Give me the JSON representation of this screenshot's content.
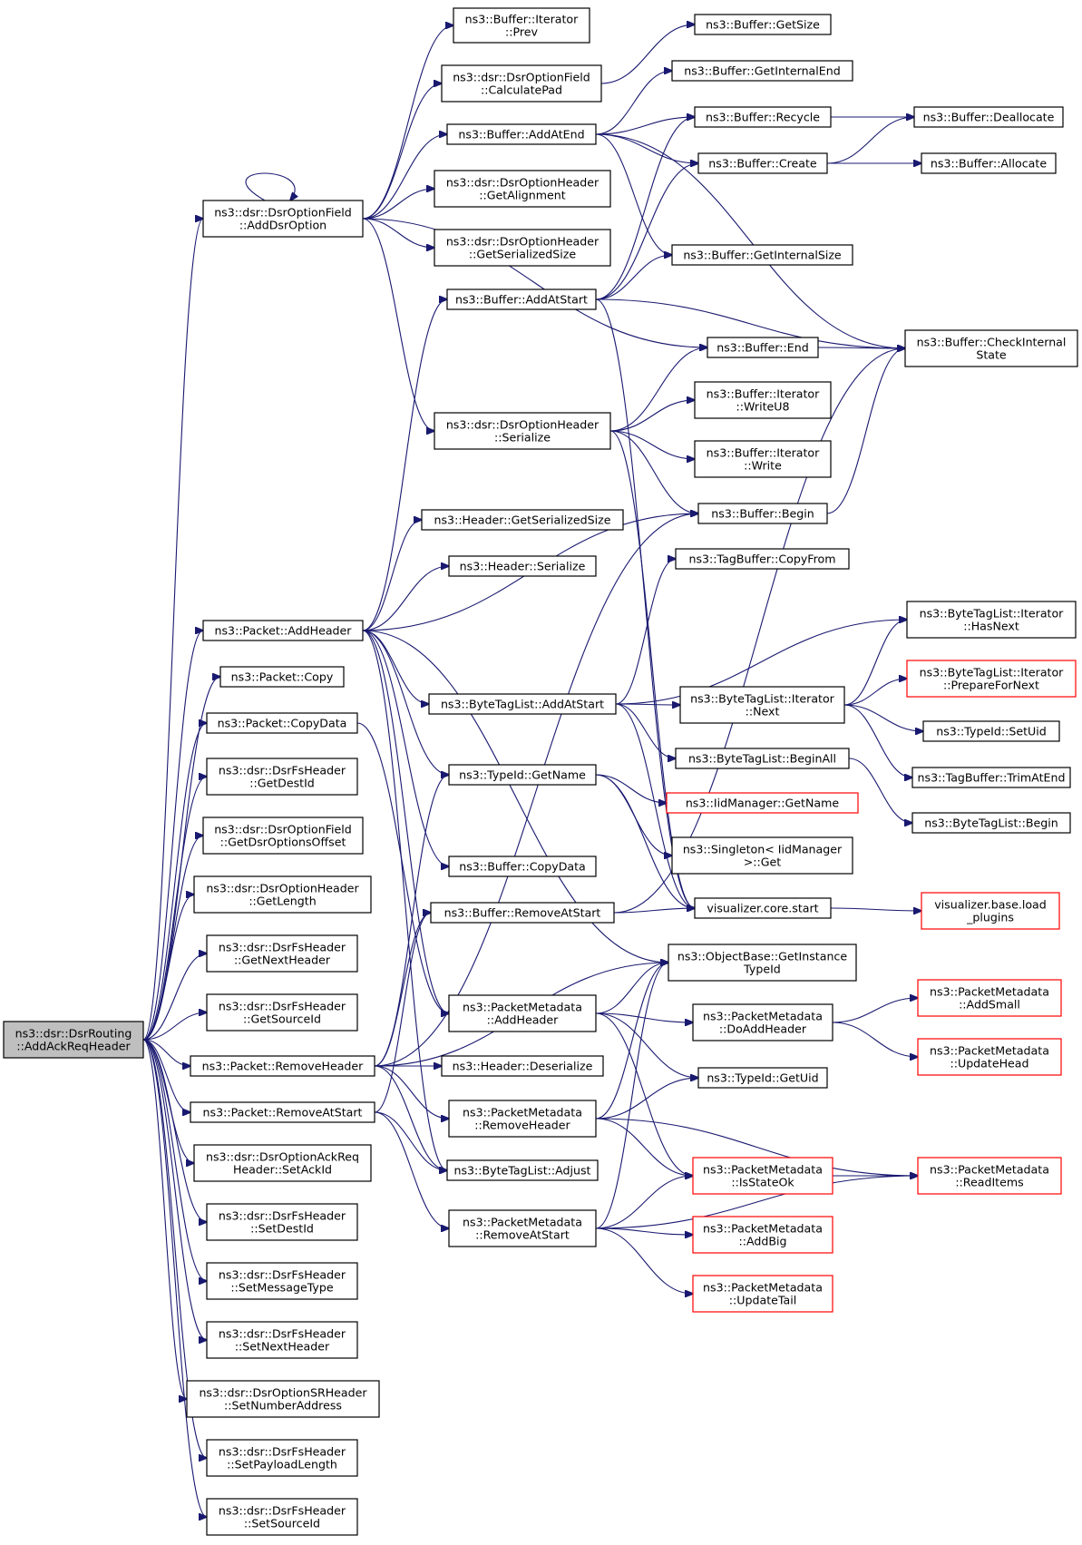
{
  "colors": {
    "edge": "#191970",
    "node_border": "#000000",
    "node_border_incomplete": "#ff0000",
    "root_fill": "#bfbfbf",
    "node_fill": "#ffffff"
  },
  "nodes": [
    {
      "id": "root",
      "lines": [
        "ns3::dsr::DsrRouting",
        "::AddAckReqHeader"
      ],
      "root": true
    },
    {
      "id": "addDsrOption",
      "lines": [
        "ns3::dsr::DsrOptionField",
        "::AddDsrOption"
      ]
    },
    {
      "id": "addHeader",
      "lines": [
        "ns3::Packet::AddHeader"
      ]
    },
    {
      "id": "pktCopy",
      "lines": [
        "ns3::Packet::Copy"
      ]
    },
    {
      "id": "pktCopyData",
      "lines": [
        "ns3::Packet::CopyData"
      ]
    },
    {
      "id": "fsGetDestId",
      "lines": [
        "ns3::dsr::DsrFsHeader",
        "::GetDestId"
      ]
    },
    {
      "id": "getDsrOptionsOffset",
      "lines": [
        "ns3::dsr::DsrOptionField",
        "::GetDsrOptionsOffset"
      ]
    },
    {
      "id": "optGetLength",
      "lines": [
        "ns3::dsr::DsrOptionHeader",
        "::GetLength"
      ]
    },
    {
      "id": "fsGetNextHeader",
      "lines": [
        "ns3::dsr::DsrFsHeader",
        "::GetNextHeader"
      ]
    },
    {
      "id": "fsGetSourceId",
      "lines": [
        "ns3::dsr::DsrFsHeader",
        "::GetSourceId"
      ]
    },
    {
      "id": "removeHeader",
      "lines": [
        "ns3::Packet::RemoveHeader"
      ]
    },
    {
      "id": "pktRemoveAtStart",
      "lines": [
        "ns3::Packet::RemoveAtStart"
      ]
    },
    {
      "id": "setAckId",
      "lines": [
        "ns3::dsr::DsrOptionAckReq",
        "Header::SetAckId"
      ]
    },
    {
      "id": "fsSetDestId",
      "lines": [
        "ns3::dsr::DsrFsHeader",
        "::SetDestId"
      ]
    },
    {
      "id": "fsSetMessageType",
      "lines": [
        "ns3::dsr::DsrFsHeader",
        "::SetMessageType"
      ]
    },
    {
      "id": "fsSetNextHeader",
      "lines": [
        "ns3::dsr::DsrFsHeader",
        "::SetNextHeader"
      ]
    },
    {
      "id": "setNumberAddress",
      "lines": [
        "ns3::dsr::DsrOptionSRHeader",
        "::SetNumberAddress"
      ]
    },
    {
      "id": "fsSetPayloadLength",
      "lines": [
        "ns3::dsr::DsrFsHeader",
        "::SetPayloadLength"
      ]
    },
    {
      "id": "fsSetSourceId",
      "lines": [
        "ns3::dsr::DsrFsHeader",
        "::SetSourceId"
      ]
    },
    {
      "id": "iterPrev",
      "lines": [
        "ns3::Buffer::Iterator",
        "::Prev"
      ]
    },
    {
      "id": "calculatePad",
      "lines": [
        "ns3::dsr::DsrOptionField",
        "::CalculatePad"
      ]
    },
    {
      "id": "addAtEnd",
      "lines": [
        "ns3::Buffer::AddAtEnd"
      ]
    },
    {
      "id": "optGetAlignment",
      "lines": [
        "ns3::dsr::DsrOptionHeader",
        "::GetAlignment"
      ]
    },
    {
      "id": "optGetSerializedSize",
      "lines": [
        "ns3::dsr::DsrOptionHeader",
        "::GetSerializedSize"
      ]
    },
    {
      "id": "bufAddAtStart",
      "lines": [
        "ns3::Buffer::AddAtStart"
      ]
    },
    {
      "id": "optSerialize",
      "lines": [
        "ns3::dsr::DsrOptionHeader",
        "::Serialize"
      ]
    },
    {
      "id": "hdrGetSerializedSize",
      "lines": [
        "ns3::Header::GetSerializedSize"
      ]
    },
    {
      "id": "hdrSerialize",
      "lines": [
        "ns3::Header::Serialize"
      ]
    },
    {
      "id": "btlAddAtStart",
      "lines": [
        "ns3::ByteTagList::AddAtStart"
      ]
    },
    {
      "id": "typeIdGetName",
      "lines": [
        "ns3::TypeId::GetName"
      ]
    },
    {
      "id": "bufCopyData",
      "lines": [
        "ns3::Buffer::CopyData"
      ]
    },
    {
      "id": "bufRemoveAtStart",
      "lines": [
        "ns3::Buffer::RemoveAtStart"
      ]
    },
    {
      "id": "pmAddHeader",
      "lines": [
        "ns3::PacketMetadata",
        "::AddHeader"
      ]
    },
    {
      "id": "hdrDeserialize",
      "lines": [
        "ns3::Header::Deserialize"
      ]
    },
    {
      "id": "pmRemoveHeader",
      "lines": [
        "ns3::PacketMetadata",
        "::RemoveHeader"
      ]
    },
    {
      "id": "btlAdjust",
      "lines": [
        "ns3::ByteTagList::Adjust"
      ]
    },
    {
      "id": "pmRemoveAtStart",
      "lines": [
        "ns3::PacketMetadata",
        "::RemoveAtStart"
      ]
    },
    {
      "id": "bufGetSize",
      "lines": [
        "ns3::Buffer::GetSize"
      ]
    },
    {
      "id": "bufGetInternalEnd",
      "lines": [
        "ns3::Buffer::GetInternalEnd"
      ]
    },
    {
      "id": "bufRecycle",
      "lines": [
        "ns3::Buffer::Recycle"
      ]
    },
    {
      "id": "bufCreate",
      "lines": [
        "ns3::Buffer::Create"
      ]
    },
    {
      "id": "bufGetInternalSize",
      "lines": [
        "ns3::Buffer::GetInternalSize"
      ]
    },
    {
      "id": "bufEnd",
      "lines": [
        "ns3::Buffer::End"
      ]
    },
    {
      "id": "iterWriteU8",
      "lines": [
        "ns3::Buffer::Iterator",
        "::WriteU8"
      ]
    },
    {
      "id": "iterWrite",
      "lines": [
        "ns3::Buffer::Iterator",
        "::Write"
      ]
    },
    {
      "id": "bufBegin",
      "lines": [
        "ns3::Buffer::Begin"
      ]
    },
    {
      "id": "tagCopyFrom",
      "lines": [
        "ns3::TagBuffer::CopyFrom"
      ]
    },
    {
      "id": "btlIterNext",
      "lines": [
        "ns3::ByteTagList::Iterator",
        "::Next"
      ]
    },
    {
      "id": "btlBeginAll",
      "lines": [
        "ns3::ByteTagList::BeginAll"
      ]
    },
    {
      "id": "iidGetName",
      "lines": [
        "ns3::IidManager::GetName"
      ],
      "incomplete": true
    },
    {
      "id": "singletonGet",
      "lines": [
        "ns3::Singleton< IidManager",
        ">::Get"
      ]
    },
    {
      "id": "vizStart",
      "lines": [
        "visualizer.core.start"
      ]
    },
    {
      "id": "getInstanceTypeId",
      "lines": [
        "ns3::ObjectBase::GetInstance",
        "TypeId"
      ]
    },
    {
      "id": "pmDoAddHeader",
      "lines": [
        "ns3::PacketMetadata",
        "::DoAddHeader"
      ]
    },
    {
      "id": "typeIdGetUid",
      "lines": [
        "ns3::TypeId::GetUid"
      ]
    },
    {
      "id": "pmIsStateOk",
      "lines": [
        "ns3::PacketMetadata",
        "::IsStateOk"
      ],
      "incomplete": true
    },
    {
      "id": "pmAddBig",
      "lines": [
        "ns3::PacketMetadata",
        "::AddBig"
      ],
      "incomplete": true
    },
    {
      "id": "pmUpdateTail",
      "lines": [
        "ns3::PacketMetadata",
        "::UpdateTail"
      ],
      "incomplete": true
    },
    {
      "id": "bufDeallocate",
      "lines": [
        "ns3::Buffer::Deallocate"
      ]
    },
    {
      "id": "bufAllocate",
      "lines": [
        "ns3::Buffer::Allocate"
      ]
    },
    {
      "id": "bufCheckInternalState",
      "lines": [
        "ns3::Buffer::CheckInternal",
        "State"
      ]
    },
    {
      "id": "btlIterHasNext",
      "lines": [
        "ns3::ByteTagList::Iterator",
        "::HasNext"
      ]
    },
    {
      "id": "btlIterPrepareForNext",
      "lines": [
        "ns3::ByteTagList::Iterator",
        "::PrepareForNext"
      ],
      "incomplete": true
    },
    {
      "id": "typeIdSetUid",
      "lines": [
        "ns3::TypeId::SetUid"
      ]
    },
    {
      "id": "tagTrimAtEnd",
      "lines": [
        "ns3::TagBuffer::TrimAtEnd"
      ]
    },
    {
      "id": "btlBegin",
      "lines": [
        "ns3::ByteTagList::Begin"
      ]
    },
    {
      "id": "vizLoadPlugins",
      "lines": [
        "visualizer.base.load",
        "_plugins"
      ],
      "incomplete": true
    },
    {
      "id": "pmAddSmall",
      "lines": [
        "ns3::PacketMetadata",
        "::AddSmall"
      ],
      "incomplete": true
    },
    {
      "id": "pmUpdateHead",
      "lines": [
        "ns3::PacketMetadata",
        "::UpdateHead"
      ],
      "incomplete": true
    },
    {
      "id": "pmReadItems",
      "lines": [
        "ns3::PacketMetadata",
        "::ReadItems"
      ],
      "incomplete": true
    }
  ],
  "edges": [
    [
      "root",
      "addDsrOption"
    ],
    [
      "root",
      "addHeader"
    ],
    [
      "root",
      "pktCopy"
    ],
    [
      "root",
      "pktCopyData"
    ],
    [
      "root",
      "fsGetDestId"
    ],
    [
      "root",
      "getDsrOptionsOffset"
    ],
    [
      "root",
      "optGetLength"
    ],
    [
      "root",
      "fsGetNextHeader"
    ],
    [
      "root",
      "fsGetSourceId"
    ],
    [
      "root",
      "removeHeader"
    ],
    [
      "root",
      "pktRemoveAtStart"
    ],
    [
      "root",
      "setAckId"
    ],
    [
      "root",
      "fsSetDestId"
    ],
    [
      "root",
      "fsSetMessageType"
    ],
    [
      "root",
      "fsSetNextHeader"
    ],
    [
      "root",
      "setNumberAddress"
    ],
    [
      "root",
      "fsSetPayloadLength"
    ],
    [
      "root",
      "fsSetSourceId"
    ],
    [
      "addDsrOption",
      "addDsrOption"
    ],
    [
      "addDsrOption",
      "iterPrev"
    ],
    [
      "addDsrOption",
      "calculatePad"
    ],
    [
      "addDsrOption",
      "addAtEnd"
    ],
    [
      "addDsrOption",
      "optGetAlignment"
    ],
    [
      "addDsrOption",
      "optGetSerializedSize"
    ],
    [
      "addDsrOption",
      "bufEnd"
    ],
    [
      "addDsrOption",
      "optSerialize"
    ],
    [
      "calculatePad",
      "bufGetSize"
    ],
    [
      "addAtEnd",
      "bufGetInternalEnd"
    ],
    [
      "addAtEnd",
      "bufRecycle"
    ],
    [
      "addAtEnd",
      "bufCreate"
    ],
    [
      "addAtEnd",
      "bufGetInternalSize"
    ],
    [
      "addAtEnd",
      "bufCheckInternalState"
    ],
    [
      "bufRecycle",
      "bufDeallocate"
    ],
    [
      "bufCreate",
      "bufDeallocate"
    ],
    [
      "bufCreate",
      "bufAllocate"
    ],
    [
      "bufAddAtStart",
      "bufRecycle"
    ],
    [
      "bufAddAtStart",
      "bufCreate"
    ],
    [
      "bufAddAtStart",
      "bufGetInternalSize"
    ],
    [
      "bufAddAtStart",
      "bufCheckInternalState"
    ],
    [
      "bufAddAtStart",
      "vizStart"
    ],
    [
      "bufEnd",
      "bufCheckInternalState"
    ],
    [
      "bufBegin",
      "bufCheckInternalState"
    ],
    [
      "optSerialize",
      "bufEnd"
    ],
    [
      "optSerialize",
      "iterWriteU8"
    ],
    [
      "optSerialize",
      "iterWrite"
    ],
    [
      "optSerialize",
      "bufBegin"
    ],
    [
      "optSerialize",
      "vizStart"
    ],
    [
      "addHeader",
      "bufAddAtStart"
    ],
    [
      "addHeader",
      "hdrGetSerializedSize"
    ],
    [
      "addHeader",
      "hdrSerialize"
    ],
    [
      "addHeader",
      "bufBegin"
    ],
    [
      "addHeader",
      "btlAddAtStart"
    ],
    [
      "addHeader",
      "typeIdGetName"
    ],
    [
      "addHeader",
      "bufCopyData"
    ],
    [
      "addHeader",
      "pmAddHeader"
    ],
    [
      "addHeader",
      "getInstanceTypeId"
    ],
    [
      "addHeader",
      "btlAdjust"
    ],
    [
      "btlAddAtStart",
      "tagCopyFrom"
    ],
    [
      "btlAddAtStart",
      "btlIterHasNext"
    ],
    [
      "btlAddAtStart",
      "btlIterNext"
    ],
    [
      "btlAddAtStart",
      "btlBeginAll"
    ],
    [
      "btlAddAtStart",
      "vizStart"
    ],
    [
      "btlIterNext",
      "btlIterHasNext"
    ],
    [
      "btlIterNext",
      "btlIterPrepareForNext"
    ],
    [
      "btlIterNext",
      "typeIdSetUid"
    ],
    [
      "btlIterNext",
      "tagTrimAtEnd"
    ],
    [
      "btlBeginAll",
      "btlBegin"
    ],
    [
      "typeIdGetName",
      "iidGetName"
    ],
    [
      "typeIdGetName",
      "singletonGet"
    ],
    [
      "typeIdGetName",
      "vizStart"
    ],
    [
      "pktCopyData",
      "pmAddHeader"
    ],
    [
      "bufRemoveAtStart",
      "vizStart"
    ],
    [
      "bufRemoveAtStart",
      "bufCheckInternalState"
    ],
    [
      "vizStart",
      "vizLoadPlugins"
    ],
    [
      "pmAddHeader",
      "getInstanceTypeId"
    ],
    [
      "pmAddHeader",
      "pmDoAddHeader"
    ],
    [
      "pmAddHeader",
      "typeIdGetUid"
    ],
    [
      "pmAddHeader",
      "pmIsStateOk"
    ],
    [
      "pmDoAddHeader",
      "pmAddSmall"
    ],
    [
      "pmDoAddHeader",
      "pmUpdateHead"
    ],
    [
      "removeHeader",
      "bufRemoveAtStart"
    ],
    [
      "removeHeader",
      "hdrDeserialize"
    ],
    [
      "removeHeader",
      "pmRemoveHeader"
    ],
    [
      "removeHeader",
      "btlAdjust"
    ],
    [
      "removeHeader",
      "typeIdGetName"
    ],
    [
      "removeHeader",
      "getInstanceTypeId"
    ],
    [
      "removeHeader",
      "bufBegin"
    ],
    [
      "pmRemoveHeader",
      "getInstanceTypeId"
    ],
    [
      "pmRemoveHeader",
      "typeIdGetUid"
    ],
    [
      "pmRemoveHeader",
      "pmIsStateOk"
    ],
    [
      "pmRemoveHeader",
      "pmReadItems"
    ],
    [
      "pktRemoveAtStart",
      "bufRemoveAtStart"
    ],
    [
      "pktRemoveAtStart",
      "btlAdjust"
    ],
    [
      "pktRemoveAtStart",
      "pmRemoveAtStart"
    ],
    [
      "pmRemoveAtStart",
      "pmIsStateOk"
    ],
    [
      "pmRemoveAtStart",
      "pmAddBig"
    ],
    [
      "pmRemoveAtStart",
      "pmUpdateTail"
    ],
    [
      "pmRemoveAtStart",
      "pmReadItems"
    ],
    [
      "pmRemoveAtStart",
      "getInstanceTypeId"
    ],
    [
      "pmIsStateOk",
      "pmReadItems"
    ]
  ]
}
